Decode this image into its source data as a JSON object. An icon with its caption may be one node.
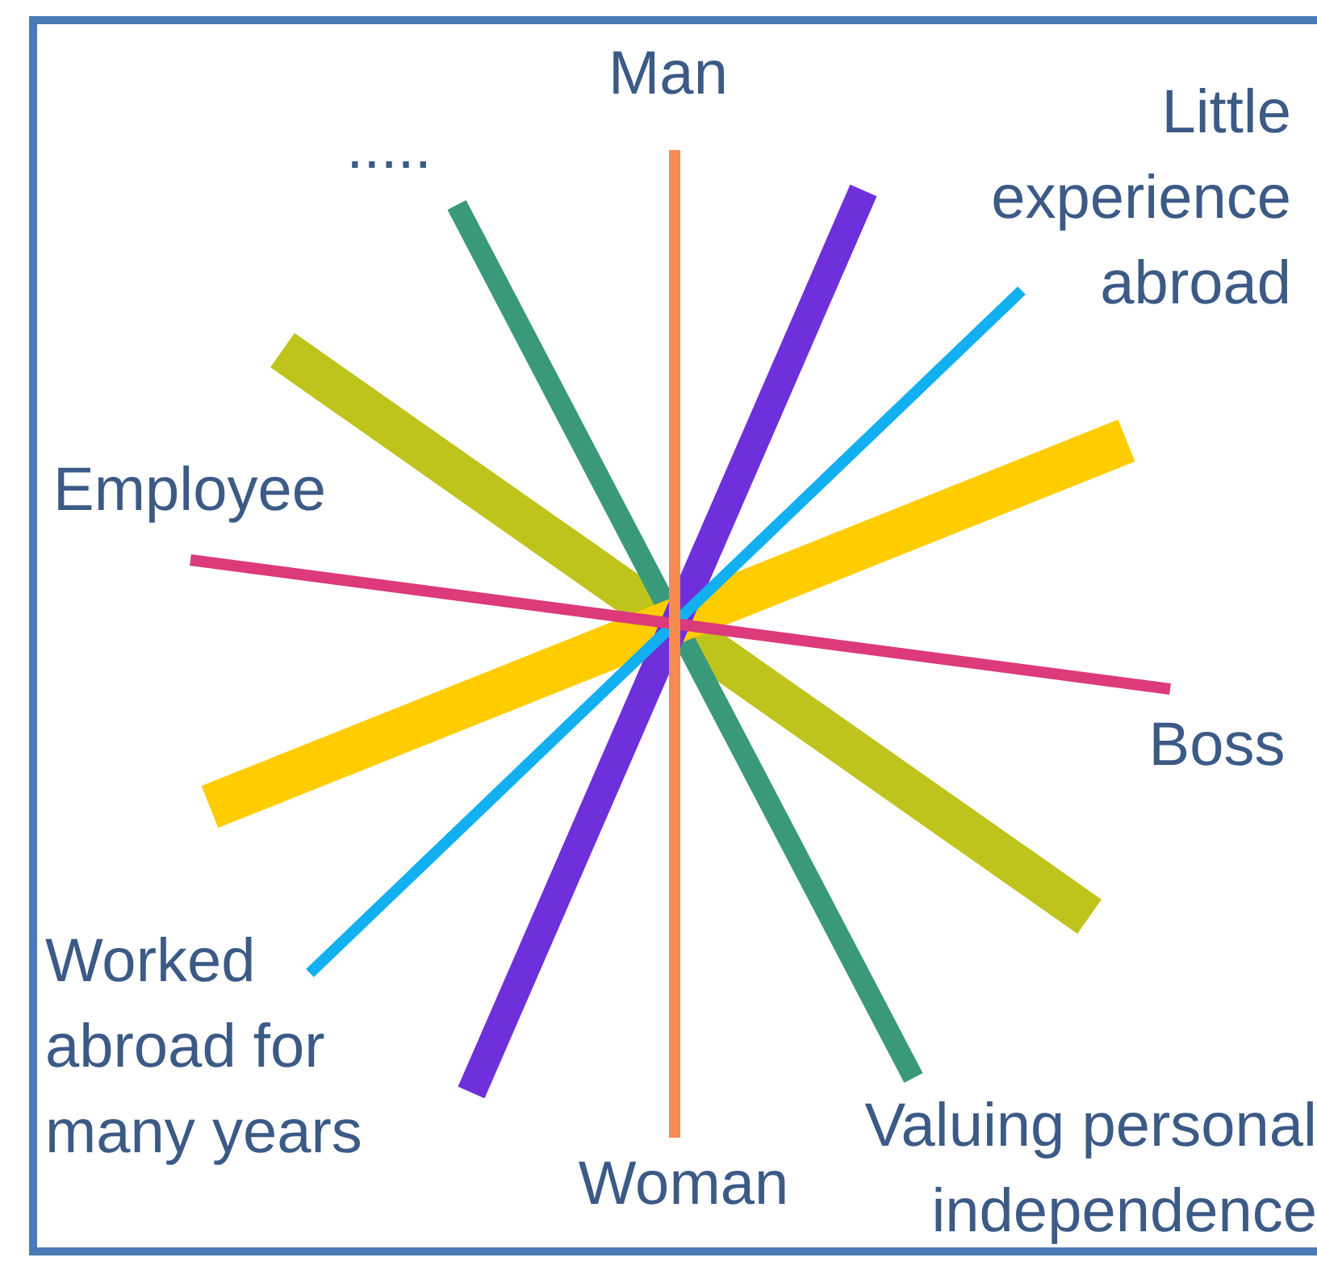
{
  "diagram": {
    "nodes": [
      {
        "text": [
          "Man"
        ]
      },
      {
        "text": [
          "....."
        ]
      },
      {
        "text": [
          "Little experience abroad"
        ]
      },
      {
        "text": [
          "Employee"
        ]
      },
      {
        "text": [
          "Boss"
        ]
      },
      {
        "text": [
          "Worked abroad for many years"
        ]
      },
      {
        "text": [
          "Woman"
        ]
      },
      {
        "text": [
          "Valuing personal independence"
        ]
      }
    ],
    "edges": [
      {
        "from": 0,
        "to": 6,
        "arrow": "none",
        "color": "#f78a4f"
      },
      {
        "from": 1,
        "to": 7,
        "arrow": "none",
        "style": "thick",
        "color": "#3a997a"
      },
      {
        "from": 2,
        "to": 5,
        "arrow": "none",
        "color": "#12b0f0"
      },
      {
        "from": 3,
        "to": 4,
        "arrow": "none",
        "color": "#dc3a7a"
      }
    ]
  }
}
